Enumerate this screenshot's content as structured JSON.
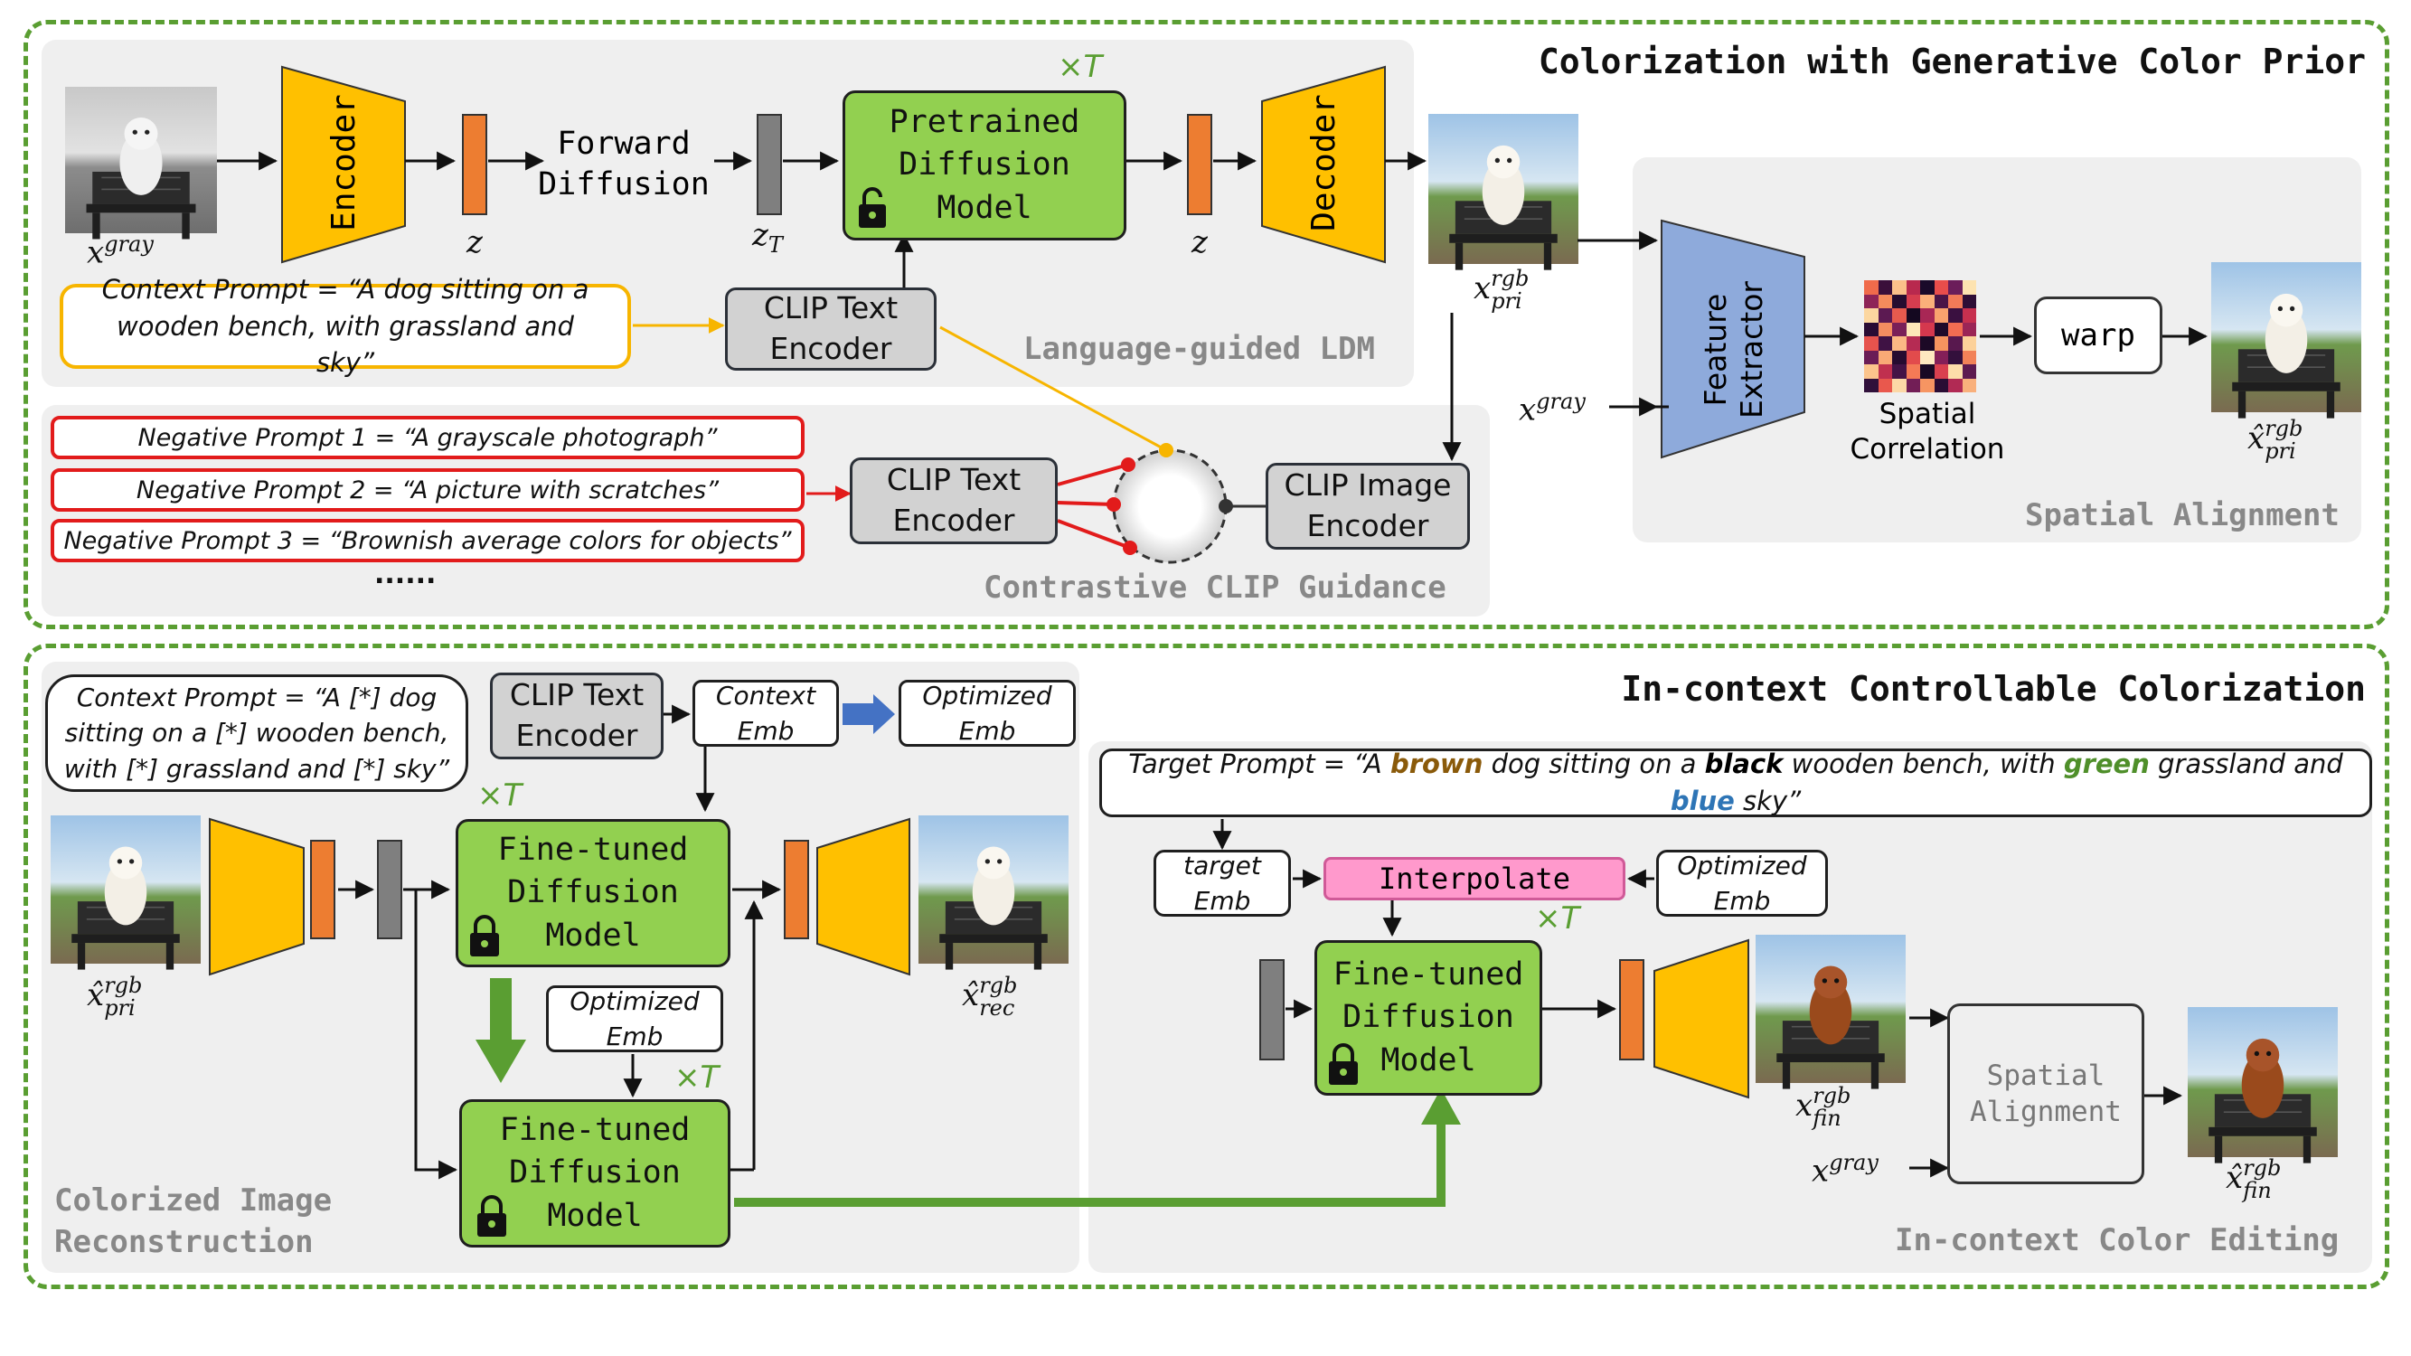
{
  "top": {
    "title": "Colorization with Generative Color Prior",
    "ldm_label": "Language-guided LDM",
    "clip_label": "Contrastive CLIP Guidance",
    "align_label": "Spatial Alignment",
    "encoder": "Encoder",
    "decoder": "Decoder",
    "forward_diffusion": "Forward Diffusion",
    "pretrained_model": "Pretrained Diffusion Model",
    "times_T": "×T",
    "clip_text_encoder": "CLIP Text Encoder",
    "clip_image_encoder": "CLIP Image Encoder",
    "context_prompt": "Context Prompt = “A dog sitting on a wooden bench, with grassland and sky”",
    "negative_prompts": [
      "Negative Prompt 1 = “A grayscale photograph”",
      "Negative Prompt 2 = “A picture with scratches”",
      "Negative Prompt 3 = “Brownish average colors for objects”"
    ],
    "ellipsis": "......",
    "feature_extractor": "Feature Extractor",
    "spatial_correlation": "Spatial Correlation",
    "warp": "warp",
    "vars": {
      "x_gray": "x",
      "x_gray_sup": "gray",
      "z": "z",
      "zT": "z",
      "zT_sub": "T",
      "x_pri": "x",
      "x_pri_sup": "rgb",
      "x_pri_sub": "pri",
      "xhat_pri": "x̂",
      "xhat_pri_sup": "rgb",
      "xhat_pri_sub": "pri"
    }
  },
  "bottom": {
    "title": "In-context Controllable Colorization",
    "recon_label": "Colorized Image Reconstruction",
    "edit_label": "In-context Color Editing",
    "context_prompt": "Context Prompt = “A [*] dog sitting on a [*] wooden bench, with [*] grassland and [*] sky”",
    "clip_text_encoder": "CLIP Text Encoder",
    "context_emb": "Context Emb",
    "optimized_emb": "Optimized Emb",
    "target_emb": "target Emb",
    "finetuned_model": "Fine-tuned Diffusion Model",
    "times_T": "×T",
    "interpolate": "Interpolate",
    "spatial_alignment": "Spatial Alignment",
    "target_prompt": {
      "prefix": "Target Prompt = “A ",
      "w1": "brown",
      "c1": "#8a5a0a",
      "t2": " dog sitting on a ",
      "w2": "black",
      "c2": "#000000",
      "t3": " wooden bench, with ",
      "w3": "green",
      "c3": "#4f8f2a",
      "t4": " grassland and ",
      "w4": "blue",
      "c4": "#2e75b6",
      "t5": " sky”"
    },
    "vars": {
      "xhat_pri": "x̂",
      "xhat_pri_sup": "rgb",
      "xhat_pri_sub": "pri",
      "xhat_rec": "x̂",
      "xhat_rec_sup": "rgb",
      "xhat_rec_sub": "rec",
      "x_fin": "x",
      "x_fin_sup": "rgb",
      "x_fin_sub": "fin",
      "x_gray": "x",
      "x_gray_sup": "gray",
      "xhat_fin": "x̂",
      "xhat_fin_sup": "rgb",
      "xhat_fin_sub": "fin"
    }
  },
  "colors": {
    "section_border": "#5a9e32",
    "encoder_yellow": "#ffc000",
    "latent_orange": "#ed7d31",
    "latent_gray": "#7f7f7f",
    "model_green": "#92d050",
    "feature_blue": "#8eaadb",
    "interpolate_pink": "#ff99cc",
    "negative_red": "#e21b1b",
    "context_yellow": "#f7b500",
    "big_arrow_green": "#5a9e32",
    "optimize_blue": "#4472c4"
  }
}
